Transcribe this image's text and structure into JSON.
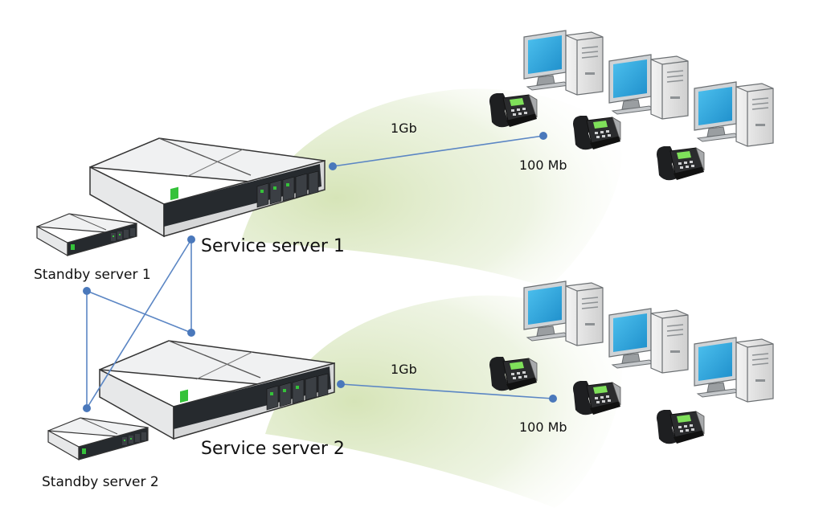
{
  "labels": {
    "service_server_1": "Service server 1",
    "service_server_2": "Service server 2",
    "standby_server_1": "Standby server 1",
    "standby_server_2": "Standby server 2",
    "link_top_speed": "1Gb",
    "link_bottom_speed": "1Gb",
    "client_top_speed": "100 Mb",
    "client_bottom_speed": "100 Mb"
  },
  "colors": {
    "link_line": "#5b86c4",
    "node_dot": "#4a78bb",
    "coverage_fan": "#dfe9c8",
    "monitor_screen": "#29a6dd",
    "server_led": "#35c23a"
  }
}
